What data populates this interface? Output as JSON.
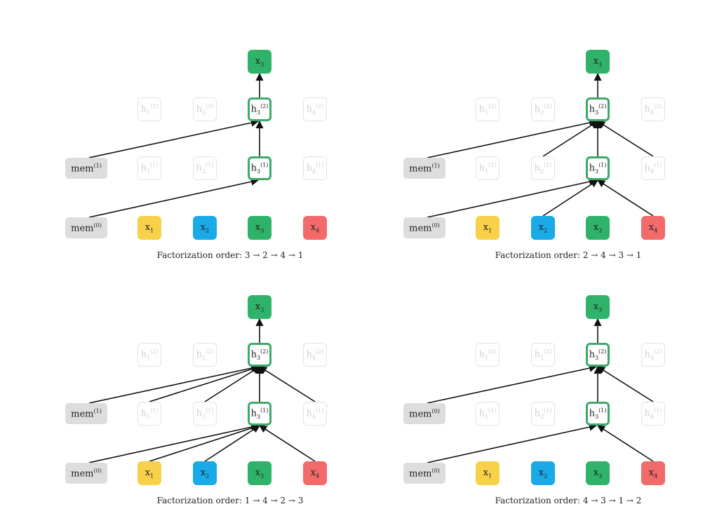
{
  "colors": {
    "x1": "#f8d14a",
    "x2": "#1aaae8",
    "x3": "#2fb36a",
    "x4": "#f36a6a",
    "mem": "#dddddd",
    "active_border": "#3daa6a",
    "hidden_border": "#e3e3e3",
    "hidden_text": "#cfcfcf",
    "edge": "#111111"
  },
  "labels": {
    "x": [
      "x1",
      "x2",
      "x3",
      "x4"
    ],
    "mem": [
      "mem(0)",
      "mem(1)"
    ],
    "h1": [
      "h1(1)",
      "h2(1)",
      "h3(1)",
      "h4(1)"
    ],
    "h2": [
      "h1(2)",
      "h2(2)",
      "h3(2)",
      "h4(2)"
    ],
    "output": "x3"
  },
  "panels": [
    {
      "caption": "Factorization order: 3 → 2 → 4 → 1",
      "mem_labels": [
        "mem(0)",
        "mem(1)"
      ],
      "edges_to_h1": [
        "mem"
      ],
      "edges_to_h2": [
        "mem",
        "h3"
      ]
    },
    {
      "caption": "Factorization order: 2 → 4 → 3 → 1",
      "mem_labels": [
        "mem(0)",
        "mem(1)"
      ],
      "edges_to_h1": [
        "mem",
        "x2",
        "x4"
      ],
      "edges_to_h2": [
        "mem",
        "h2",
        "h3",
        "h4"
      ]
    },
    {
      "caption": "Factorization order: 1 → 4 → 2 → 3",
      "mem_labels": [
        "mem(0)",
        "mem(1)"
      ],
      "edges_to_h1": [
        "mem",
        "x1",
        "x2",
        "x4"
      ],
      "edges_to_h2": [
        "mem",
        "h1",
        "h2",
        "h3",
        "h4"
      ]
    },
    {
      "caption": "Factorization order: 4 → 3 → 1 → 2",
      "mem_labels": [
        "mem(0)",
        "mem(0)"
      ],
      "edges_to_h1": [
        "mem",
        "x4"
      ],
      "edges_to_h2": [
        "mem",
        "h3",
        "h4"
      ]
    }
  ]
}
